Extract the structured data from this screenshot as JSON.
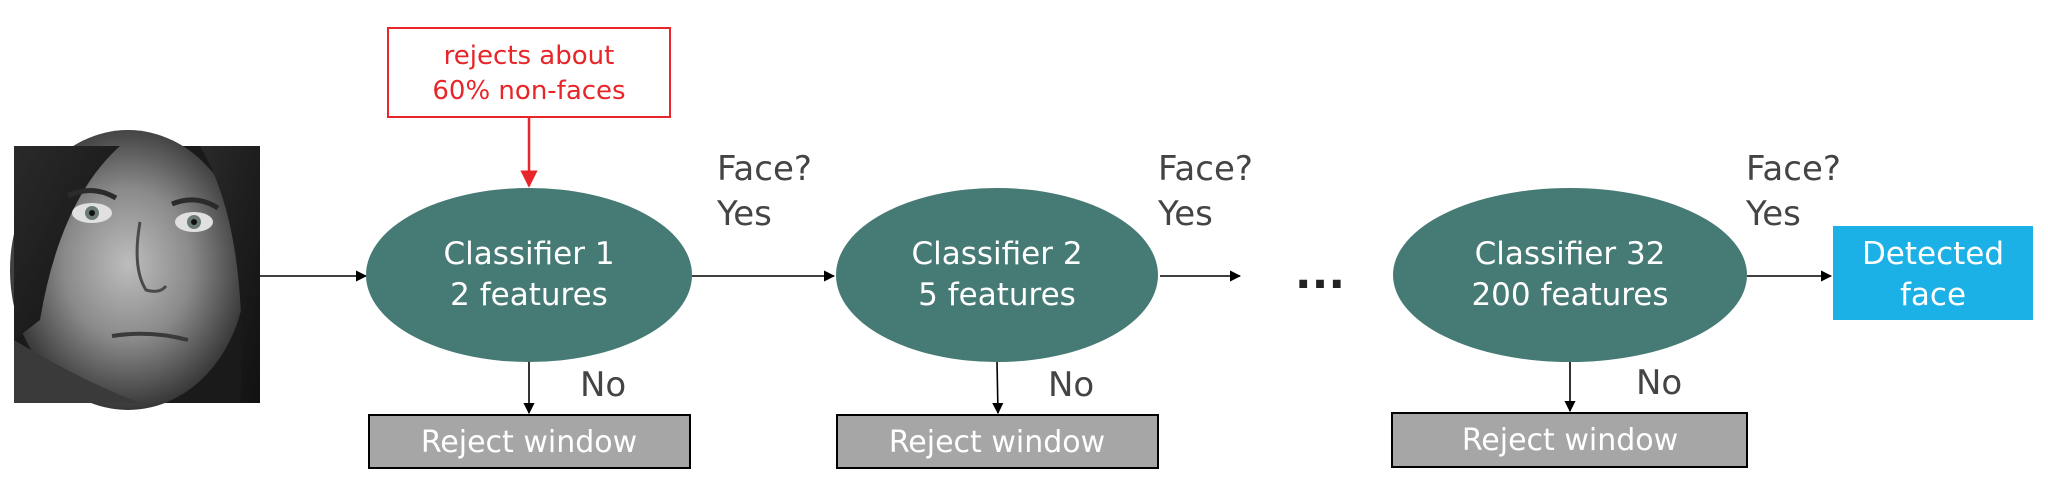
{
  "colors": {
    "classifier_fill": "#467A74",
    "reject_fill": "#A6A6A6",
    "reject_border": "#000000",
    "detected_fill": "#1BB0E6",
    "annotation_color": "#E8262A",
    "text_light": "#FFFFFF",
    "text_dark": "#444444",
    "arrow_color": "#000000"
  },
  "input_image": {
    "description_icon": "portrait-photo"
  },
  "annotation": {
    "line1": "rejects about",
    "line2": "60% non-faces"
  },
  "classifiers": [
    {
      "name": "Classifier 1",
      "features": "2 features",
      "question": "Face?",
      "yes": "Yes",
      "no": "No",
      "reject": "Reject window"
    },
    {
      "name": "Classifier 2",
      "features": "5 features",
      "question": "Face?",
      "yes": "Yes",
      "no": "No",
      "reject": "Reject window"
    },
    {
      "name": "Classifier 32",
      "features": "200 features",
      "question": "Face?",
      "yes": "Yes",
      "no": "No",
      "reject": "Reject window"
    }
  ],
  "ellipsis": "...",
  "detected": {
    "line1": "Detected",
    "line2": "face"
  }
}
